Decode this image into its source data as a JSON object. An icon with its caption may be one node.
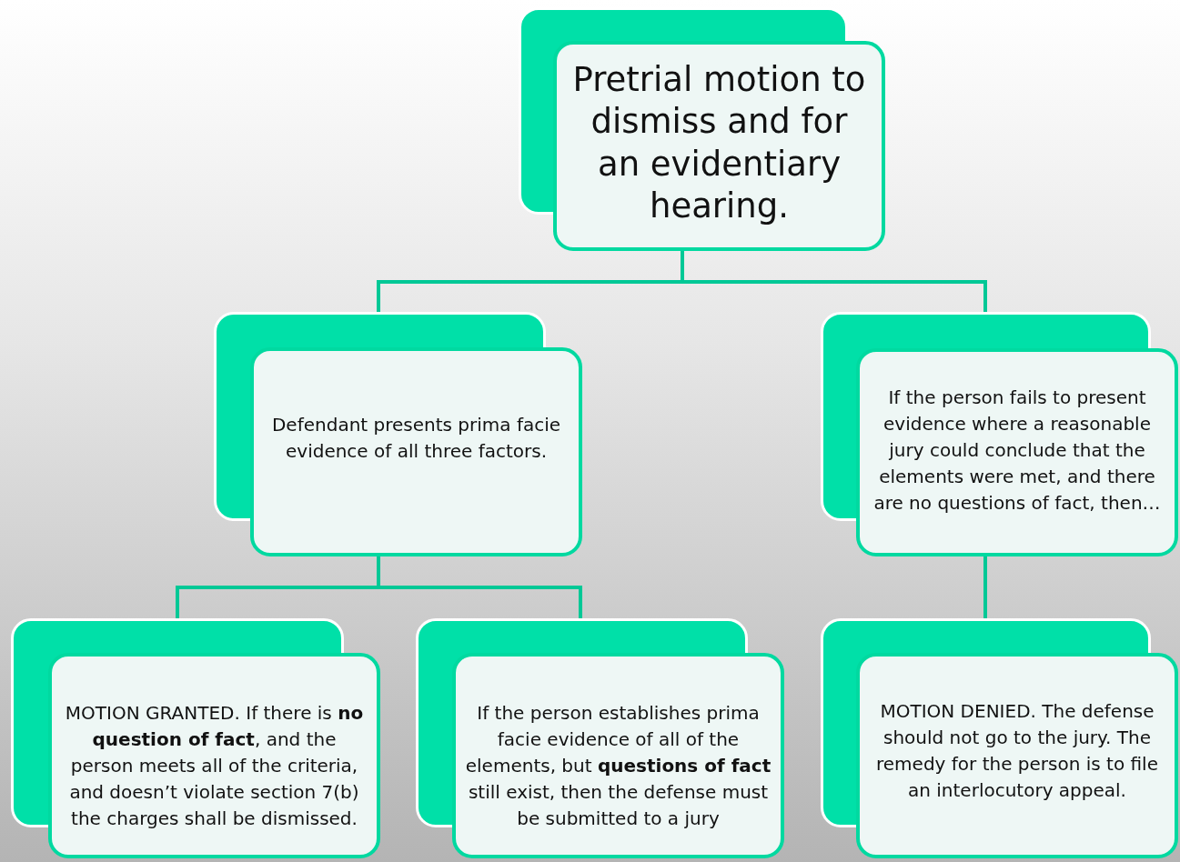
{
  "diagram": {
    "nodes": [
      {
        "text": [
          "Pretrial motion to dismiss and for an evidentiary hearing."
        ]
      },
      {
        "text": [
          "Defendant presents prima facie evidence of all three factors."
        ]
      },
      {
        "text": [
          "If the person fails to present evidence where a reasonable jury could conclude that the elements were met, and there are no questions of fact, then…"
        ]
      },
      {
        "text": [
          "MOTION GRANTED. If there is **no question of fact**, and the person meets all of the criteria, and doesn’t violate section 7(b) the charges shall be dismissed."
        ]
      },
      {
        "text": [
          "If the person establishes prima facie evidence of all of the elements, but **questions of fact** still exist, then the defense must be submitted to a jury"
        ]
      },
      {
        "text": [
          "MOTION DENIED.  The defense should not go to the jury.  The remedy for the person is to file an interlocutory appeal."
        ]
      }
    ],
    "edges": [
      {
        "from": 0,
        "to": 1,
        "arrow": "none"
      },
      {
        "from": 0,
        "to": 2,
        "arrow": "none"
      },
      {
        "from": 1,
        "to": 3,
        "arrow": "none"
      },
      {
        "from": 1,
        "to": 4,
        "arrow": "none"
      },
      {
        "from": 2,
        "to": 5,
        "arrow": "none"
      }
    ]
  }
}
